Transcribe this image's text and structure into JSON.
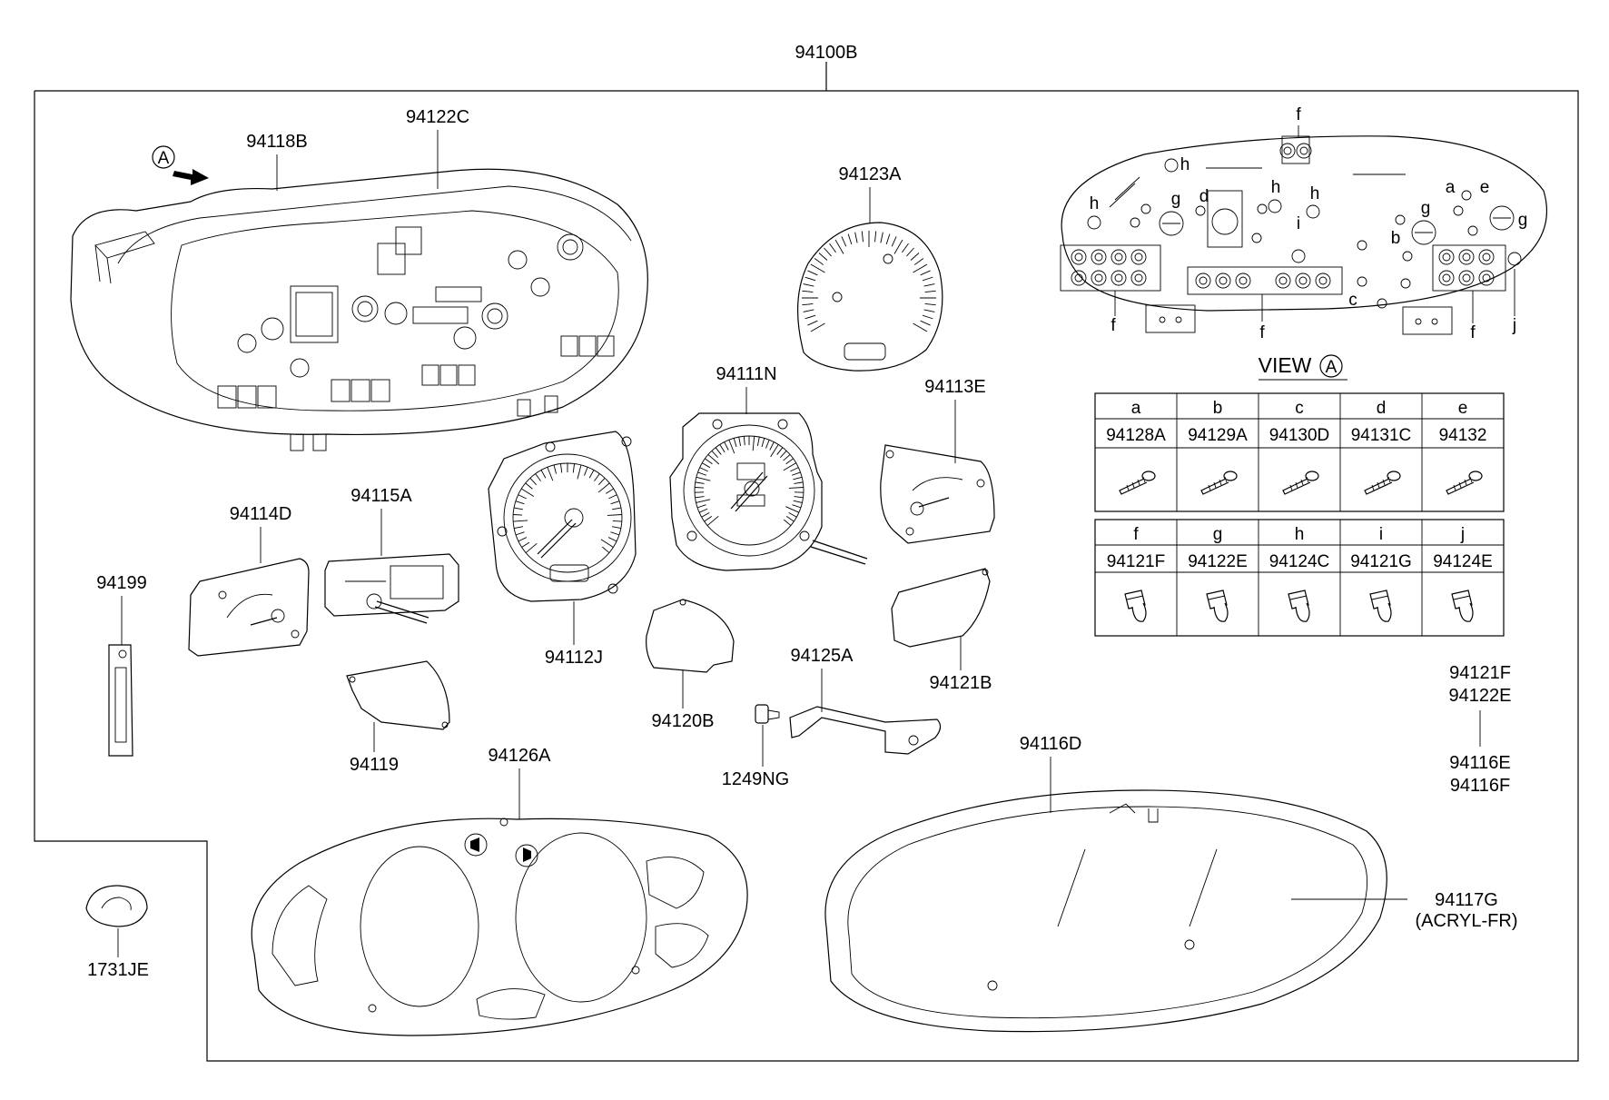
{
  "assembly": {
    "part_no": "94100B"
  },
  "callouts": {
    "p94118B": "94118B",
    "p94122C": "94122C",
    "p94123A": "94123A",
    "p94111N": "94111N",
    "p94113E": "94113E",
    "p94114D": "94114D",
    "p94115A": "94115A",
    "p94199": "94199",
    "p94112J": "94112J",
    "p94120B": "94120B",
    "p94125A": "94125A",
    "p94121B": "94121B",
    "p94119": "94119",
    "p1249NG": "1249NG",
    "p94126A": "94126A",
    "p94116D": "94116D",
    "p94117G": "94117G",
    "p94117G_note": "(ACRYL-FR)",
    "p1731JE": "1731JE",
    "side_list_1": "94121F",
    "side_list_2": "94122E",
    "side_list_3": "94116E",
    "side_list_4": "94116F"
  },
  "view_marker": {
    "letter": "A"
  },
  "view_a": {
    "title": "VIEW",
    "letter": "A",
    "bulb_letters": {
      "f_top": "f",
      "h1": "h",
      "h2": "h",
      "h3": "h",
      "h4": "h",
      "g1": "g",
      "g2": "g",
      "g3": "g",
      "d": "d",
      "i": "i",
      "a": "a",
      "e": "e",
      "b": "b",
      "c": "c",
      "f_left": "f",
      "f_mid": "f",
      "f_right": "f",
      "j": "j"
    }
  },
  "screw_table": {
    "columns": [
      {
        "code": "a",
        "part": "94128A"
      },
      {
        "code": "b",
        "part": "94129A"
      },
      {
        "code": "c",
        "part": "94130D"
      },
      {
        "code": "d",
        "part": "94131C"
      },
      {
        "code": "e",
        "part": "94132"
      }
    ]
  },
  "bulb_table": {
    "columns": [
      {
        "code": "f",
        "part": "94121F"
      },
      {
        "code": "g",
        "part": "94122E"
      },
      {
        "code": "h",
        "part": "94124C"
      },
      {
        "code": "i",
        "part": "94121G"
      },
      {
        "code": "j",
        "part": "94124E"
      }
    ]
  }
}
